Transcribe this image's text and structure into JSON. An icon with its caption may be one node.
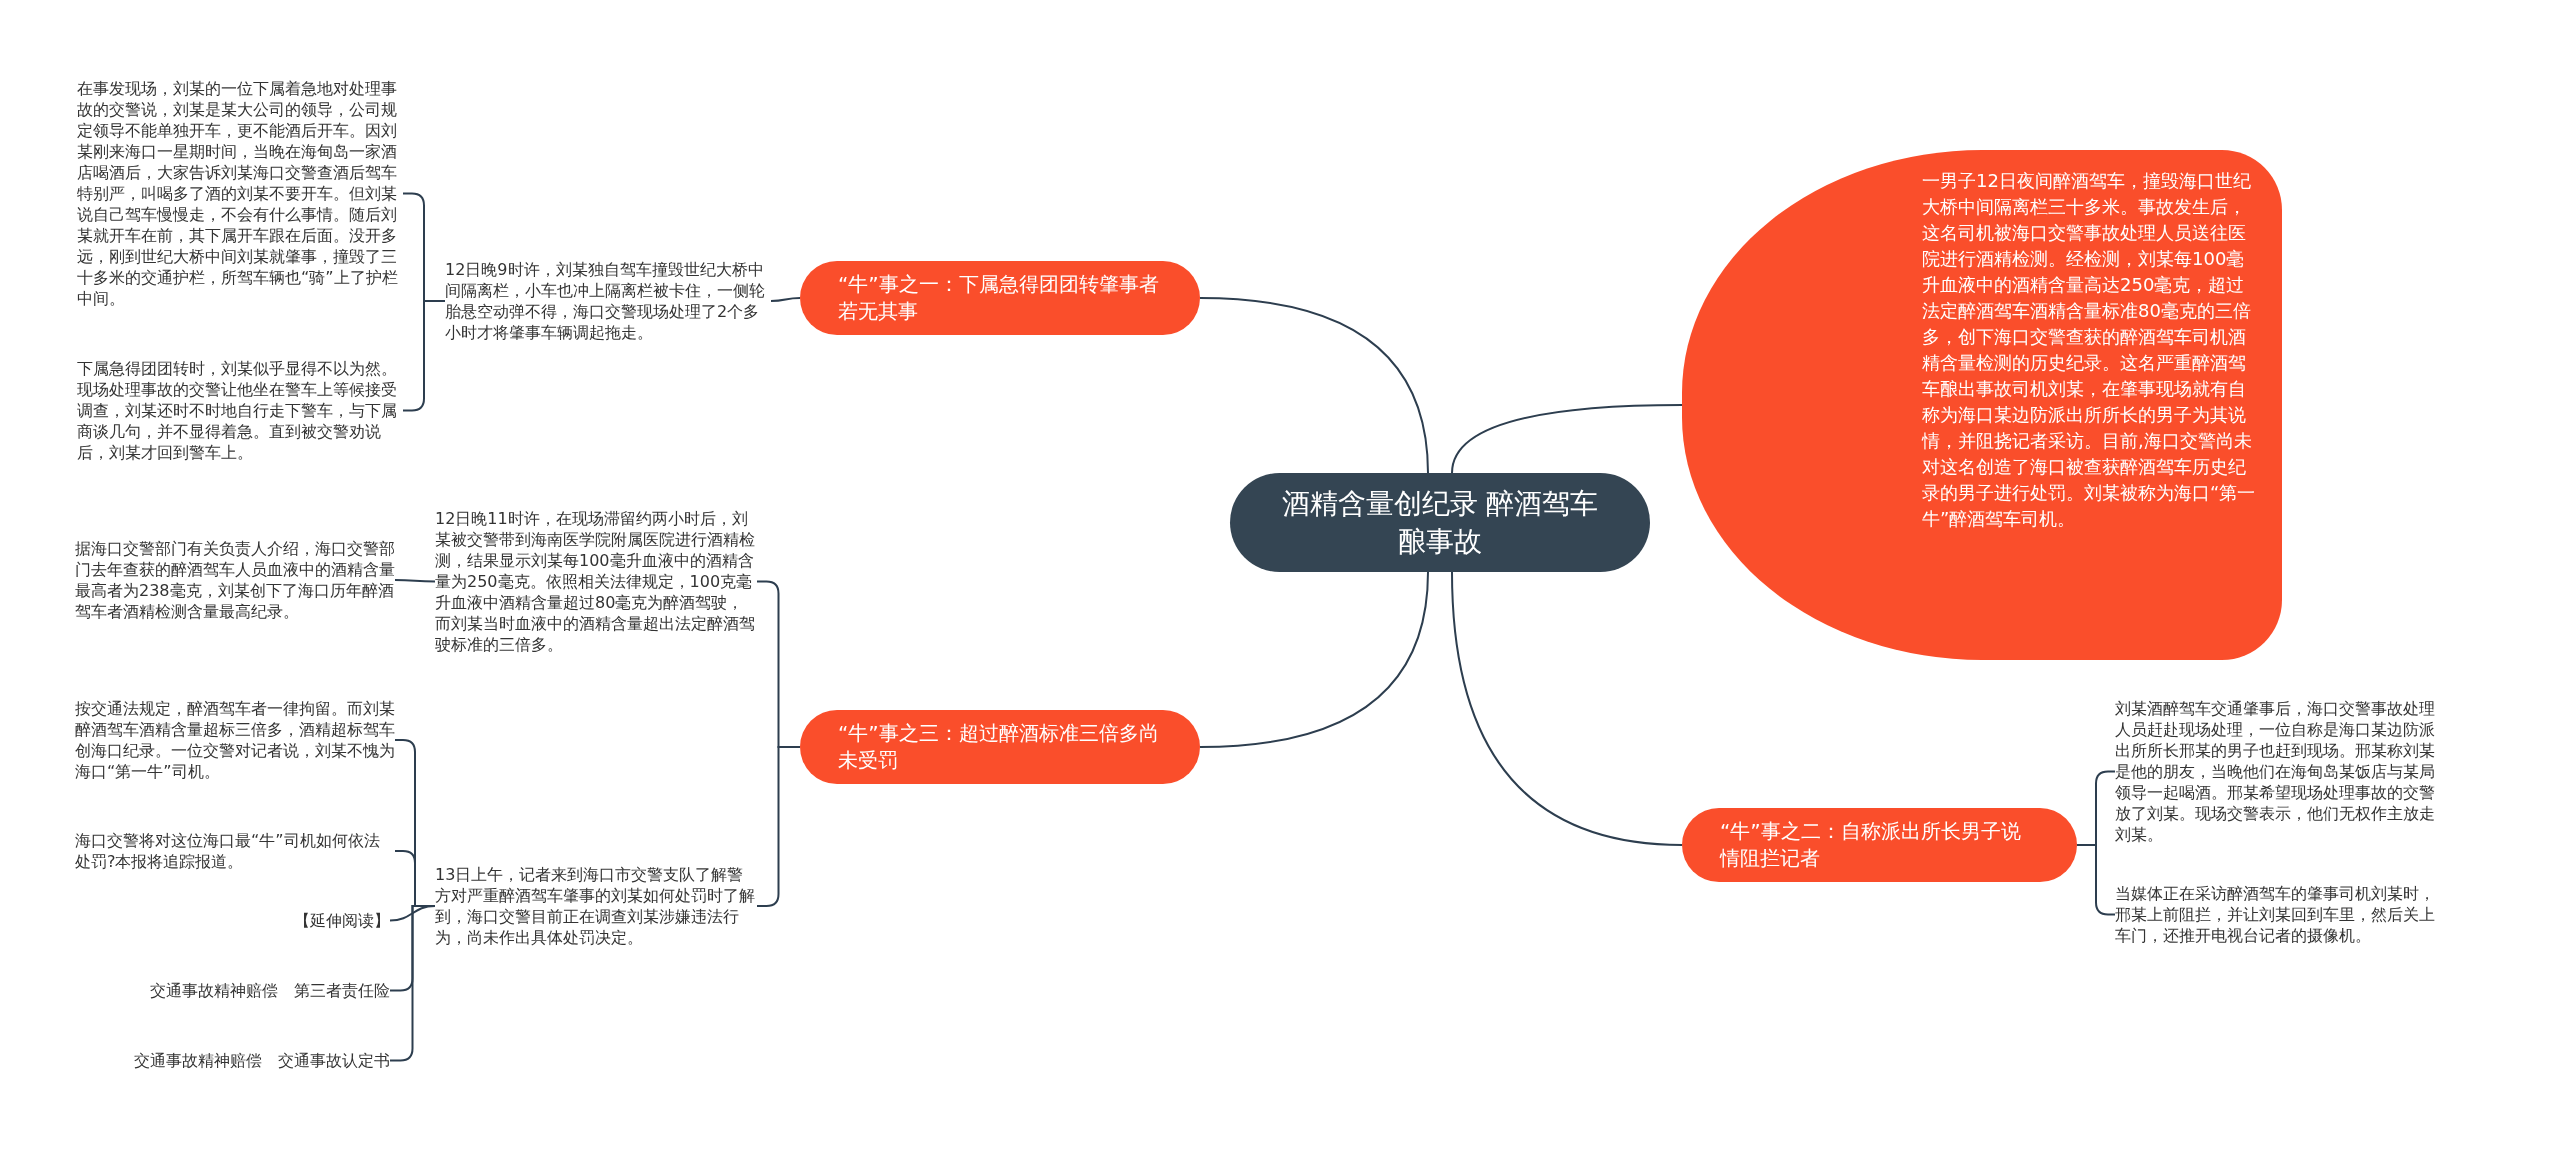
{
  "diagram": {
    "nodes": [
      {
        "text": [
          "酒精含量创纪录 醉酒驾车酿事故"
        ]
      },
      {
        "text": [
          "一男子12日夜间醉酒驾车，撞毁海口世纪大桥中间隔离栏三十多米。事故发生后，这名司机被海口交警事故处理人员送往医院进行酒精检测。经检测，刘某每100毫升血液中的酒精含量高达250毫克，超过法定醉酒驾车酒精含量标准80毫克的三倍多，创下海口交警查获的醉酒驾车司机酒精含量检测的历史纪录。这名严重醉酒驾车酿出事故司机刘某，在肇事现场就有自称为海口某边防派出所所长的男子为其说情，并阻挠记者采访。目前,海口交警尚未对这名创造了海口被查获醉酒驾车历史纪录的男子进行处罚。刘某被称为海口“第一牛”醉酒驾车司机。"
        ]
      },
      {
        "text": [
          "“牛”事之一：下属急得团团转肇事者若无其事"
        ]
      },
      {
        "text": [
          "“牛”事之三：超过醉酒标准三倍多尚未受罚"
        ]
      },
      {
        "text": [
          "“牛”事之二：自称派出所长男子说情阻拦记者"
        ]
      },
      {
        "text": [
          "12日晚9时许，刘某独自驾车撞毁世纪大桥中间隔离栏，小车也冲上隔离栏被卡住，一侧轮胎悬空动弹不得，海口交警现场处理了2个多小时才将肇事车辆调起拖走。"
        ]
      },
      {
        "text": [
          "在事发现场，刘某的一位下属着急地对处理事故的交警说，刘某是某大公司的领导，公司规定领导不能单独开车，更不能酒后开车。因刘某刚来海口一星期时间，当晚在海甸岛一家酒店喝酒后，大家告诉刘某海口交警查酒后驾车特别严，叫喝多了酒的刘某不要开车。但刘某说自己驾车慢慢走，不会有什么事情。随后刘某就开车在前，其下属开车跟在后面。没开多远，刚到世纪大桥中间刘某就肇事，撞毁了三十多米的交通护栏，所驾车辆也“骑”上了护栏中间。"
        ]
      },
      {
        "text": [
          "下属急得团团转时，刘某似乎显得不以为然。现场处理事故的交警让他坐在警车上等候接受调查，刘某还时不时地自行走下警车，与下属商谈几句，并不显得着急。直到被交警劝说后，刘某才回到警车上。"
        ]
      },
      {
        "text": [
          "12日晚11时许，在现场滞留约两小时后，刘某被交警带到海南医学院附属医院进行酒精检测，结果显示刘某每100毫升血液中的酒精含量为250毫克。依照相关法律规定，100克毫升血液中酒精含量超过80毫克为醉酒驾驶，而刘某当时血液中的酒精含量超出法定醉酒驾驶标准的三倍多。"
        ]
      },
      {
        "text": [
          "13日上午，记者来到海口市交警支队了解警方对严重醉酒驾车肇事的刘某如何处罚时了解到，海口交警目前正在调查刘某涉嫌违法行为，尚未作出具体处罚决定。"
        ]
      },
      {
        "text": [
          "据海口交警部门有关负责人介绍，海口交警部门去年查获的醉酒驾车人员血液中的酒精含量最高者为238毫克，刘某创下了海口历年醉酒驾车者酒精检测含量最高纪录。"
        ]
      },
      {
        "text": [
          "按交通法规定，醉酒驾车者一律拘留。而刘某醉酒驾车酒精含量超标三倍多，酒精超标驾车创海口纪录。一位交警对记者说，刘某不愧为海口“第一牛”司机。"
        ]
      },
      {
        "text": [
          "海口交警将对这位海口最“牛”司机如何依法处罚?本报将追踪报道。"
        ]
      },
      {
        "text": [
          "【延伸阅读】"
        ]
      },
      {
        "text": [
          "交通事故精神赔偿　第三者责任险"
        ]
      },
      {
        "text": [
          "交通事故精神赔偿　交通事故认定书"
        ]
      },
      {
        "text": [
          "刘某酒醉驾车交通肇事后，海口交警事故处理人员赶赴现场处理，一位自称是海口某边防派出所所长邢某的男子也赶到现场。邢某称刘某是他的朋友，当晚他们在海甸岛某饭店与某局领导一起喝酒。邢某希望现场处理事故的交警放了刘某。现场交警表示，他们无权作主放走刘某。"
        ]
      },
      {
        "text": [
          "当媒体正在采访醉酒驾车的肇事司机刘某时，邢某上前阻拦，并让刘某回到车里，然后关上车门，还推开电视台记者的摄像机。"
        ]
      }
    ],
    "edges": [
      {
        "from": 0,
        "to": 1,
        "arrow": "none"
      },
      {
        "from": 0,
        "to": 2,
        "arrow": "none"
      },
      {
        "from": 0,
        "to": 3,
        "arrow": "none"
      },
      {
        "from": 0,
        "to": 4,
        "arrow": "none"
      },
      {
        "from": 2,
        "to": 5,
        "arrow": "none"
      },
      {
        "from": 5,
        "to": 6,
        "arrow": "none"
      },
      {
        "from": 5,
        "to": 7,
        "arrow": "none"
      },
      {
        "from": 3,
        "to": 8,
        "arrow": "none"
      },
      {
        "from": 3,
        "to": 9,
        "arrow": "none"
      },
      {
        "from": 8,
        "to": 10,
        "arrow": "none"
      },
      {
        "from": 9,
        "to": 11,
        "arrow": "none"
      },
      {
        "from": 9,
        "to": 12,
        "arrow": "none"
      },
      {
        "from": 9,
        "to": 13,
        "arrow": "none"
      },
      {
        "from": 9,
        "to": 14,
        "arrow": "none"
      },
      {
        "from": 9,
        "to": 15,
        "arrow": "none"
      },
      {
        "from": 4,
        "to": 16,
        "arrow": "none"
      },
      {
        "from": 4,
        "to": 17,
        "arrow": "none"
      }
    ]
  }
}
